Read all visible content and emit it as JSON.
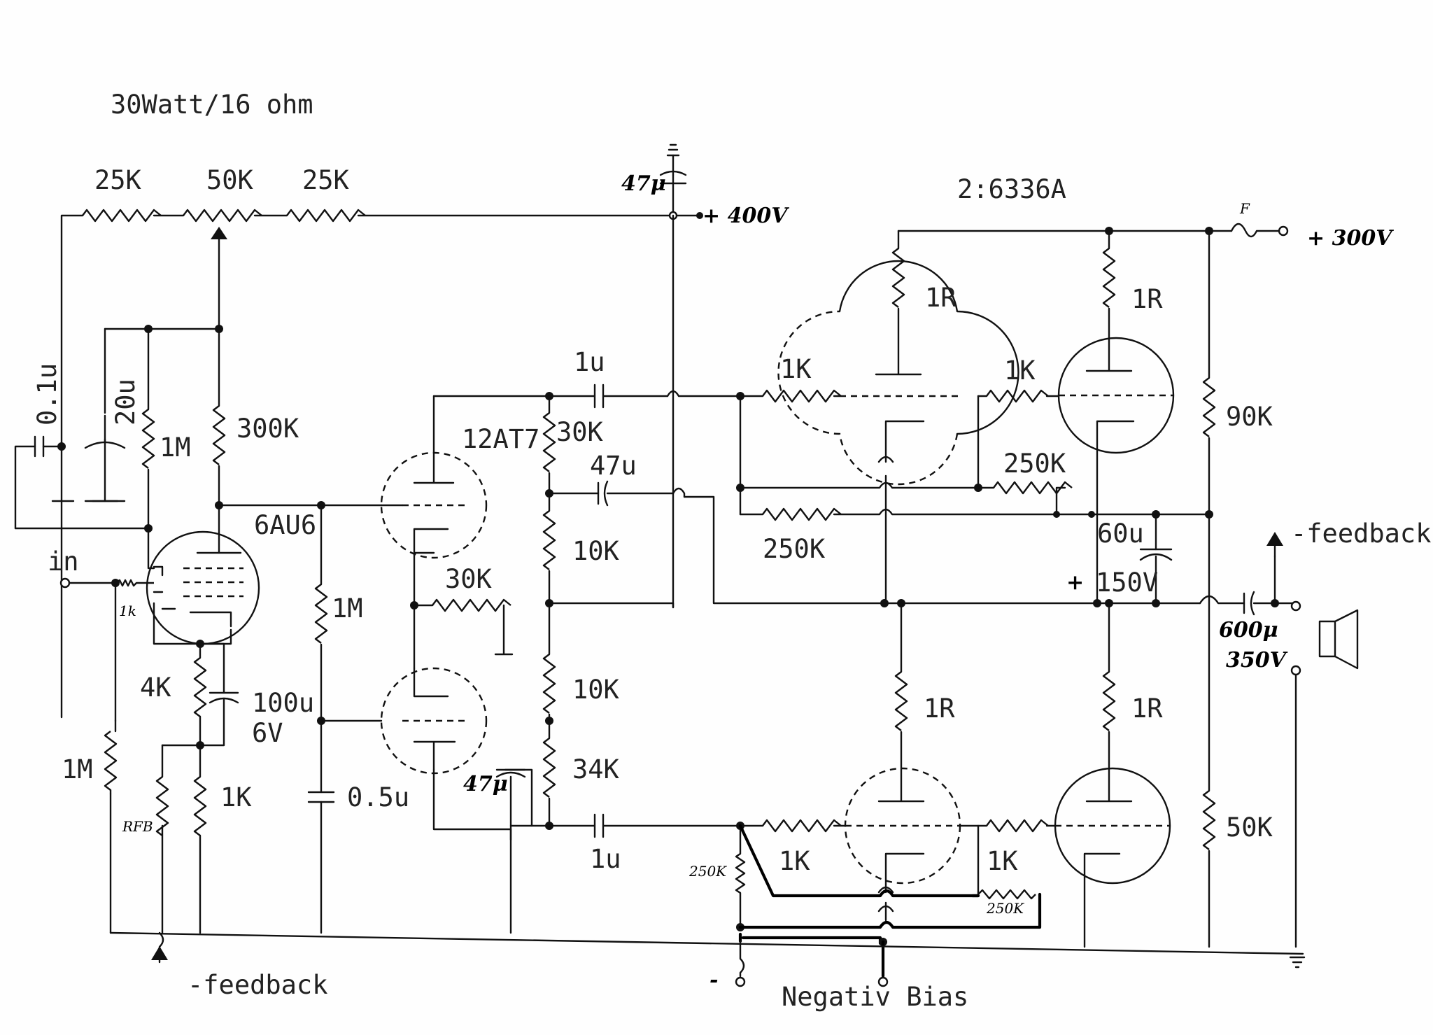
{
  "title": "30Watt/16 ohm",
  "output_tubes": "2:6336A",
  "supplies": {
    "b400": "+ 400V",
    "b300": "+ 300V",
    "fuse": "F",
    "c47_top": "47μ"
  },
  "io": {
    "input": "in",
    "feedback_top": "-feedback",
    "feedback_bottom": "-feedback",
    "neg_bias": "Negativ Bias",
    "neg_sign": "-",
    "plus_sign": "+"
  },
  "tubes": {
    "v1": "6AU6",
    "v2": "12AT7"
  },
  "components": {
    "r25k_left": "25K",
    "pot50k": "50K",
    "r25k_right": "25K",
    "c01u": "0.1u",
    "c20u": "20u",
    "r1m_g2": "1M",
    "r300k": "300K",
    "r1k_grid": "1k",
    "r4k": "4K",
    "c100u": "100u",
    "v6": "6V",
    "r1k_cath": "1K",
    "r1m_in": "1M",
    "rfb": "RFB",
    "r1m_grid2": "1M",
    "c05u": "0.5u",
    "r30k_cath": "30K",
    "r30k_plate": "30K",
    "c47u": "47u",
    "r10k_a": "10K",
    "r10k_b": "10K",
    "r34k": "34K",
    "c47u_bot": "47μ",
    "c1u_top": "1u",
    "c1u_bot": "1u",
    "r1k_top1": "1K",
    "r1k_top2": "1K",
    "r1r_top1": "1R",
    "r1r_top2": "1R",
    "r250k_top1": "250K",
    "r250k_top2": "250K",
    "r90k": "90K",
    "c60u": "60u",
    "v150": "150V",
    "r1r_bot1": "1R",
    "r1r_bot2": "1R",
    "r1k_bot1": "1K",
    "r1k_bot2": "1K",
    "r250k_bot1": "250K",
    "r250k_bot2": "250K",
    "r50k": "50K",
    "cout": "600μ",
    "cout_v": "350V"
  }
}
